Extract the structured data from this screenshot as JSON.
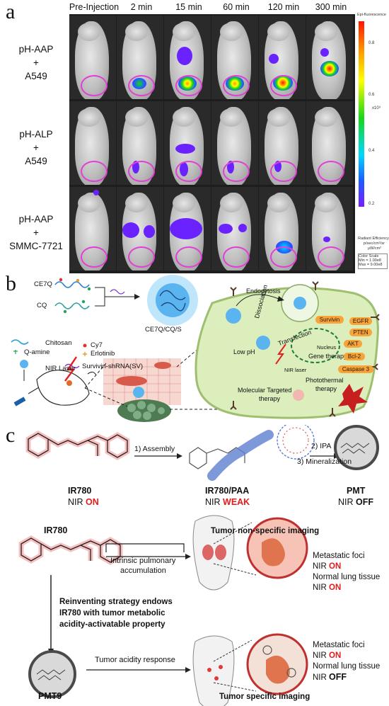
{
  "panels": {
    "a": {
      "letter": "a",
      "timepoints": [
        "Pre-Injection",
        "2 min",
        "15 min",
        "60 min",
        "120 min",
        "300 min"
      ],
      "rows": [
        {
          "label_lines": [
            "pH-AAP",
            "+",
            "A549"
          ]
        },
        {
          "label_lines": [
            "pH-ALP",
            "+",
            "A549"
          ]
        },
        {
          "label_lines": [
            "pH-AAP",
            "+",
            "SMMC-7721"
          ]
        }
      ],
      "colorbar": {
        "title": "Epi-fluorescence",
        "ticks": [
          "0.8",
          "0.6",
          "0.4",
          "0.2"
        ],
        "scale_exponent": "x10⁹",
        "unit_title": "Radiant Efficiency",
        "unit_line1": "p/sec/cm²/sr",
        "unit_line2": "μW/cm²",
        "scale_box_title": "Color Scale",
        "scale_min": "Min = 1.00e8",
        "scale_max": "Max = 9.00e8"
      }
    },
    "b": {
      "letter": "b",
      "ce7q": "CE7Q",
      "cq": "CQ",
      "nano_label": "CE7Q/CQ/S",
      "legend": {
        "chitosan": "Chitosan",
        "q_amine": "Q-amine",
        "cy7": "Cy7",
        "erlotinib": "Erlotinib",
        "survivin": "Survivin-shRNA(SV)"
      },
      "nir_laser": "NIR Laser",
      "cell": {
        "endocytosis": "Endocytosis",
        "dissociation": "Dissociation",
        "transfection": "Transfection",
        "low_ph": "Low pH",
        "nir_laser": "NIR laser",
        "nucleus": "Nucleus",
        "gene_therapy": "Gene therapy",
        "molecular": "Molecular Targeted",
        "therapy": "therapy",
        "photothermal": "Photothermal",
        "photothermal_therapy": "therapy",
        "survivin": "Survivin",
        "egfr": "EGFR",
        "pten": "PTEN",
        "akt": "AKT",
        "bcl2": "Bcl-2",
        "caspase": "Caspase 3"
      }
    },
    "c": {
      "letter": "c",
      "ir780_name": "IR780",
      "nir_prefix": "NIR",
      "ir780_state": "ON",
      "step1": "1) Assembly",
      "paa_name": "IR780/PAA",
      "paa_state": "WEAK",
      "step2": "2) IPA",
      "step3": "3) Mineralization",
      "pmt_name": "PMT",
      "pmt_state": "OFF",
      "ir780_label2": "IR780",
      "non_specific": "Tumor non-specific imaging",
      "intrinsic1": "Intrinsic pulmonary",
      "intrinsic2": "accumulation",
      "meta1": "Metastatic foci",
      "meta1_state": "ON",
      "normal1": "Normal lung tissue",
      "normal1_state": "ON",
      "reinvent1": "Reinventing strategy endows",
      "reinvent2": "IR780 with tumor metabolic",
      "reinvent3": "acidity-activatable property",
      "acidity": "Tumor acidity response",
      "pmt9": "PMT9",
      "specific": "Tumor specific imaging",
      "meta2": "Metastatic foci",
      "meta2_state": "ON",
      "normal2": "Normal lung tissue",
      "normal2_state": "OFF"
    }
  }
}
